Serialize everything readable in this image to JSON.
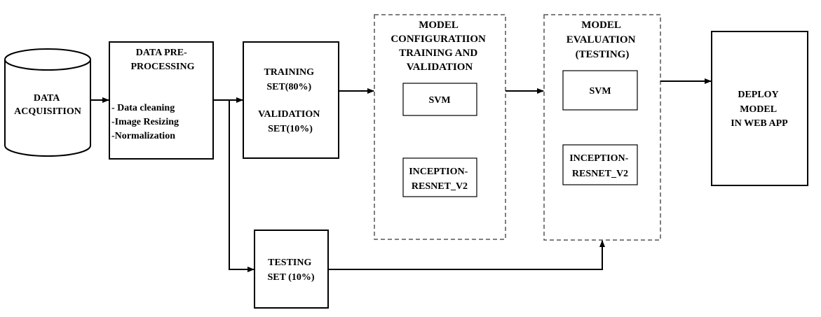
{
  "nodes": {
    "data_acquisition": {
      "lines": [
        "DATA",
        "ACQUISITION"
      ]
    },
    "preprocessing": {
      "title_lines": [
        "DATA PRE-",
        "PROCESSING"
      ],
      "steps": [
        "- Data cleaning",
        "-Image Resizing",
        "-Normalization"
      ]
    },
    "split": {
      "training_lines": [
        "TRAINING",
        "SET(80%)"
      ],
      "validation_lines": [
        "VALIDATION",
        "SET(10%)"
      ]
    },
    "testing_set": {
      "lines": [
        "TESTING",
        "SET (10%)"
      ]
    },
    "model_config": {
      "title_lines": [
        "MODEL",
        "CONFIGURATIION",
        "TRAINING AND",
        "VALIDATION"
      ],
      "svm": "SVM",
      "inception_lines": [
        "INCEPTION-",
        "RESNET_V2"
      ]
    },
    "model_eval": {
      "title_lines": [
        "MODEL",
        "EVALUATION",
        "(TESTING)"
      ],
      "svm": "SVM",
      "inception_lines": [
        "INCEPTION-",
        "RESNET_V2"
      ]
    },
    "deploy": {
      "lines": [
        "DEPLOY",
        "MODEL",
        "IN WEB APP"
      ]
    }
  },
  "colors": {
    "stroke": "#000000",
    "background": "#ffffff",
    "dashed": "#555555"
  }
}
